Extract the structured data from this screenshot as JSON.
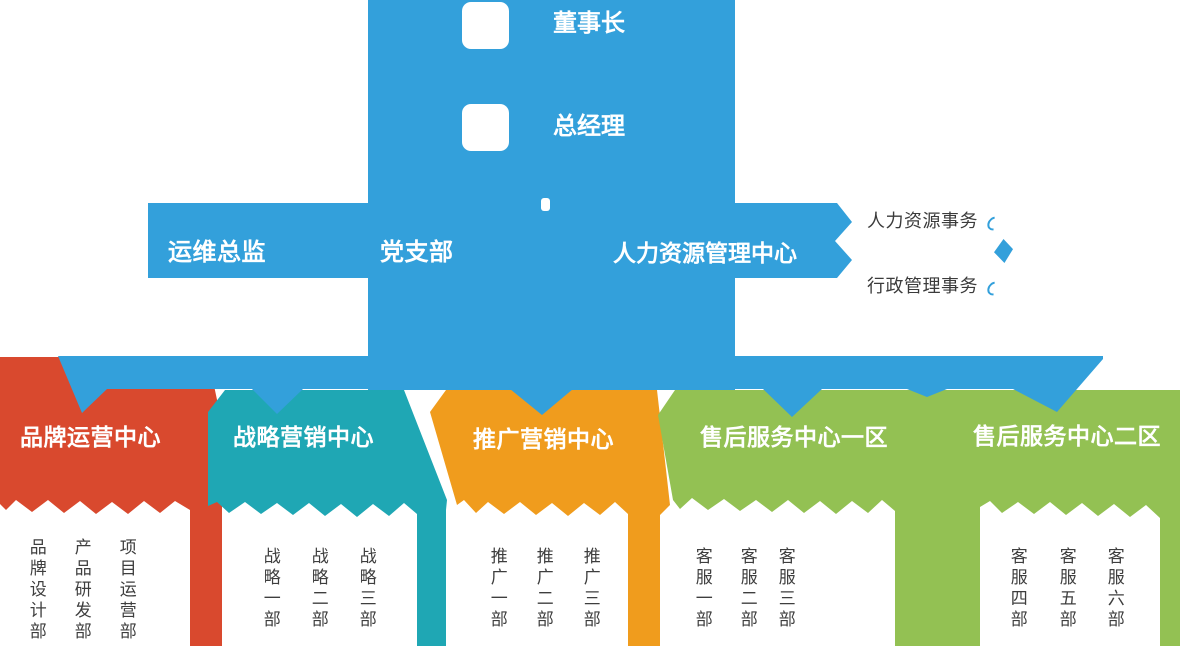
{
  "diagram": {
    "type": "org-chart",
    "colors": {
      "primary_blue": "#33A0DB",
      "red": "#D9492E",
      "teal": "#1FA7B4",
      "orange": "#F09C1D",
      "green": "#93C153",
      "text_dark": "#3B3B3B",
      "white": "#FFFFFF"
    },
    "executives": [
      {
        "label": "董事长"
      },
      {
        "label": "总经理"
      }
    ],
    "middle_row": [
      {
        "label": "运维总监"
      },
      {
        "label": "党支部"
      },
      {
        "label": "人力资源管理中心"
      }
    ],
    "hr_affairs": [
      {
        "label": "人力资源事务"
      },
      {
        "label": "行政管理事务"
      }
    ],
    "centers": [
      {
        "label": "品牌运营中心",
        "color": "#D9492E",
        "departments": [
          "品牌设计部",
          "产品研发部",
          "项目运营部"
        ]
      },
      {
        "label": "战略营销中心",
        "color": "#1FA7B4",
        "departments": [
          "战略一部",
          "战略二部",
          "战略三部"
        ]
      },
      {
        "label": "推广营销中心",
        "color": "#F09C1D",
        "departments": [
          "推广一部",
          "推广二部",
          "推广三部"
        ]
      },
      {
        "label": "售后服务中心一区",
        "color": "#93C153",
        "departments": [
          "客服一部",
          "客服二部",
          "客服三部"
        ]
      },
      {
        "label": "售后服务中心二区",
        "color": "#93C153",
        "departments": [
          "客服四部",
          "客服五部",
          "客服六部"
        ]
      }
    ]
  }
}
